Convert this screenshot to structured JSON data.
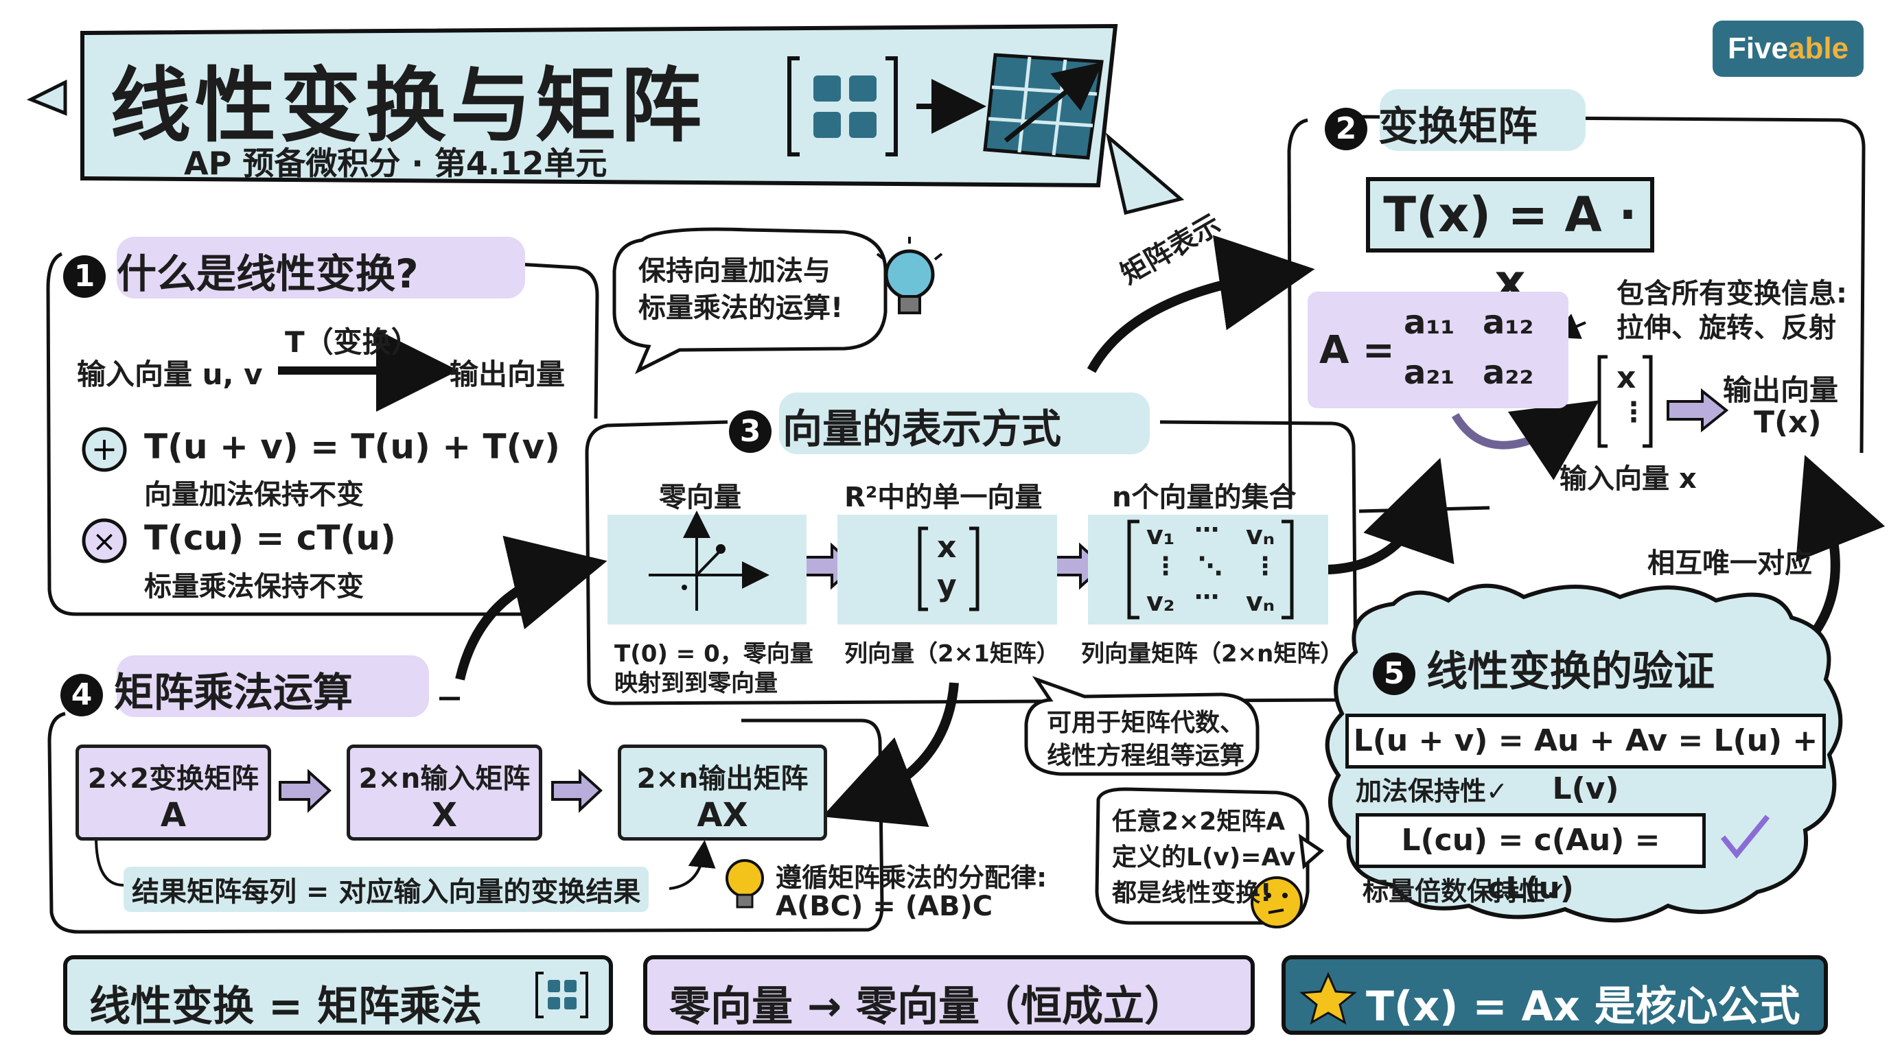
{
  "header": {
    "title": "线性变换与矩阵",
    "subtitle": "AP 预备微积分 · 第4.12单元"
  },
  "logo": {
    "text_a": "Five",
    "text_b": "able",
    "bg": "#2f6f86",
    "accent": "#f0b23a"
  },
  "s1": {
    "num": "1",
    "title": "什么是线性变换?",
    "input": "输入向量 u, v",
    "arrow_label": "T（变换）",
    "output": "输出向量",
    "rule1": "T(u + v) = T(u) + T(v)",
    "rule1_note": "向量加法保持不变",
    "rule2": "T(cu) = cT(u)",
    "rule2_note": "标量乘法保持不变"
  },
  "bubble_top": {
    "line1": "保持向量加法与",
    "line2": "标量乘法的运算!"
  },
  "arrow_matrix_label": "矩阵表示",
  "s2": {
    "num": "2",
    "title": "变换矩阵",
    "formula": "T(x) = A · x",
    "a_label": "A =",
    "a11": "a₁₁",
    "a12": "a₁₂",
    "a21": "a₂₁",
    "a22": "a₂₂",
    "note1": "包含所有变换信息:",
    "note2": "拉伸、旋转、反射",
    "x_top": "x",
    "x_dots": "⋮",
    "out1": "输出向量",
    "out2": "T(x)",
    "input_label": "输入向量 x"
  },
  "s3": {
    "num": "3",
    "title": "向量的表示方式",
    "col1_title": "零向量",
    "col1_cap1": "T(0) = 0，零向量",
    "col1_cap2": "映射到到零向量",
    "col2_title": "R²中的单一向量",
    "col2_x": "x",
    "col2_y": "y",
    "col2_cap": "列向量（2×1矩阵）",
    "col3_title": "n个向量的集合",
    "col3_v1": "v₁",
    "col3_vn": "vₙ",
    "col3_v2": "v₂",
    "col3_vn2": "vₙ",
    "col3_cap": "列向量矩阵（2×n矩阵）"
  },
  "bubble_mid": {
    "line1": "可用于矩阵代数、",
    "line2": "线性方程组等运算"
  },
  "mutual_label": "相互唯一对应",
  "s4": {
    "num": "4",
    "title": "矩阵乘法运算",
    "b1_l1": "2×2变换矩阵",
    "b1_l2": "A",
    "b2_l1": "2×n输入矩阵",
    "b2_l2": "X",
    "b3_l1": "2×n输出矩阵",
    "b3_l2": "AX",
    "note": "结果矩阵每列 = 对应输入向量的变换结果",
    "tip1": "遵循矩阵乘法的分配律:",
    "tip2": "A(BC) = (AB)C"
  },
  "bubble_q": {
    "line1": "任意2×2矩阵A",
    "line2": "定义的L(v)=Av",
    "line3": "都是线性变换!"
  },
  "s5": {
    "num": "5",
    "title": "线性变换的验证",
    "eq1": "L(u + v) = Au + Av = L(u) + L(v)",
    "eq1_note": "加法保持性✓",
    "eq2": "L(cu) = c(Au) = cL(u)",
    "eq2_note": "标量倍数保持性✓"
  },
  "footer": {
    "f1": "线性变换 = 矩阵乘法",
    "f2": "零向量 → 零向量（恒成立）",
    "f3": "T(x) = Ax 是核心公式"
  },
  "colors": {
    "lavender": "#e3d8f6",
    "teal": "#d3ebef",
    "dark_teal": "#2e6f85",
    "ink": "#1d1d1d",
    "check": "#8a6cd6",
    "star": "#f3c21b"
  }
}
